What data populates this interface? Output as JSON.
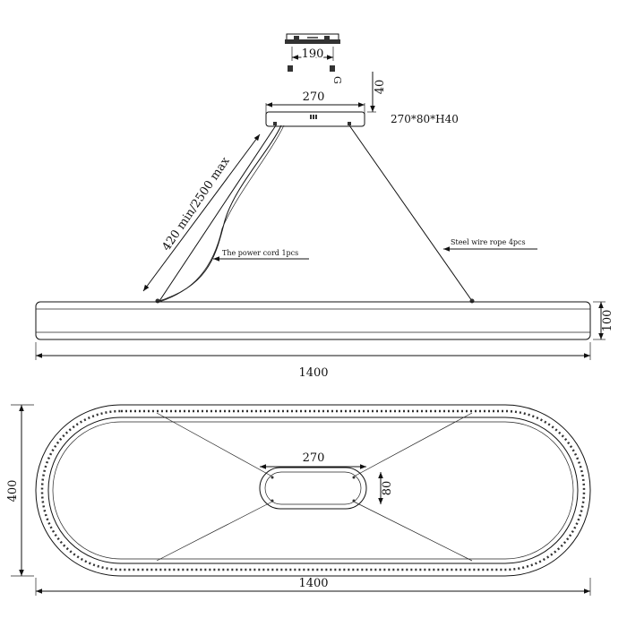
{
  "drawing": {
    "canopy_width_label": "190",
    "canopy_screw_label": "G",
    "plate_width_label": "270",
    "plate_height_label": "40",
    "plate_size_label": "270*80*H40",
    "cable_length_label": "420 min/2500 max",
    "power_cord_label": "The power cord  1pcs",
    "wire_rope_label": "Steel wire rope  4pcs",
    "ring_height_label": "100",
    "ring_length_label": "1400",
    "top_view_plate_width_label": "270",
    "top_view_plate_depth_label": "80",
    "top_view_width_label": "400",
    "top_view_length_label": "1400"
  },
  "colors": {
    "line": "#111111",
    "background": "#ffffff"
  }
}
